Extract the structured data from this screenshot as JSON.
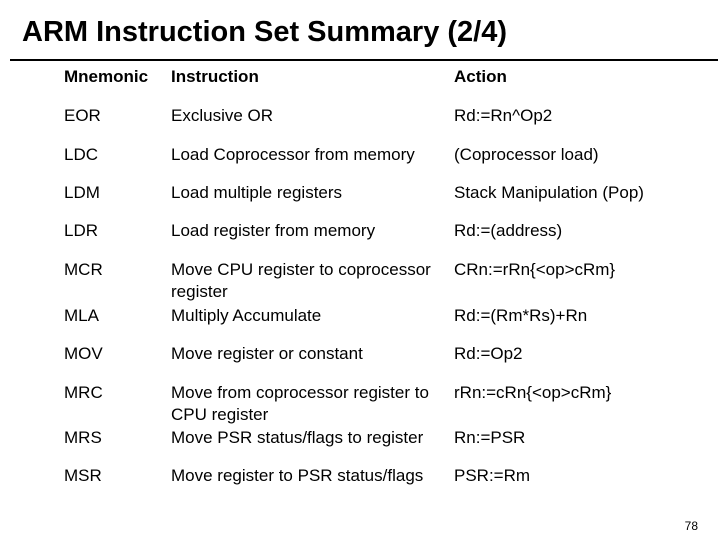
{
  "slide": {
    "title": "ARM Instruction Set Summary (2/4)",
    "page_number": "78"
  },
  "table": {
    "headers": [
      "Mnemonic",
      "Instruction",
      "Action"
    ],
    "rows": [
      {
        "mnemonic": "EOR",
        "instruction": "Exclusive OR",
        "action": "Rd:=Rn^Op2"
      },
      {
        "mnemonic": "LDC",
        "instruction": "Load Coprocessor from memory",
        "action": "(Coprocessor load)"
      },
      {
        "mnemonic": "LDM",
        "instruction": "Load multiple registers",
        "action": "Stack Manipulation (Pop)"
      },
      {
        "mnemonic": "LDR",
        "instruction": "Load register from memory",
        "action": "Rd:=(address)"
      },
      {
        "mnemonic": "MCR",
        "instruction": "Move CPU register to coprocessor register",
        "action": "CRn:=rRn{<op>cRm}"
      },
      {
        "mnemonic": "MLA",
        "instruction": "Multiply Accumulate",
        "action": "Rd:=(Rm*Rs)+Rn"
      },
      {
        "mnemonic": "MOV",
        "instruction": "Move register or constant",
        "action": "Rd:=Op2"
      },
      {
        "mnemonic": "MRC",
        "instruction": "Move from coprocessor register to CPU register",
        "action": "rRn:=cRn{<op>cRm}"
      },
      {
        "mnemonic": "MRS",
        "instruction": "Move PSR status/flags to register",
        "action": "Rn:=PSR"
      },
      {
        "mnemonic": "MSR",
        "instruction": "Move register to PSR status/flags",
        "action": "PSR:=Rm"
      }
    ]
  }
}
